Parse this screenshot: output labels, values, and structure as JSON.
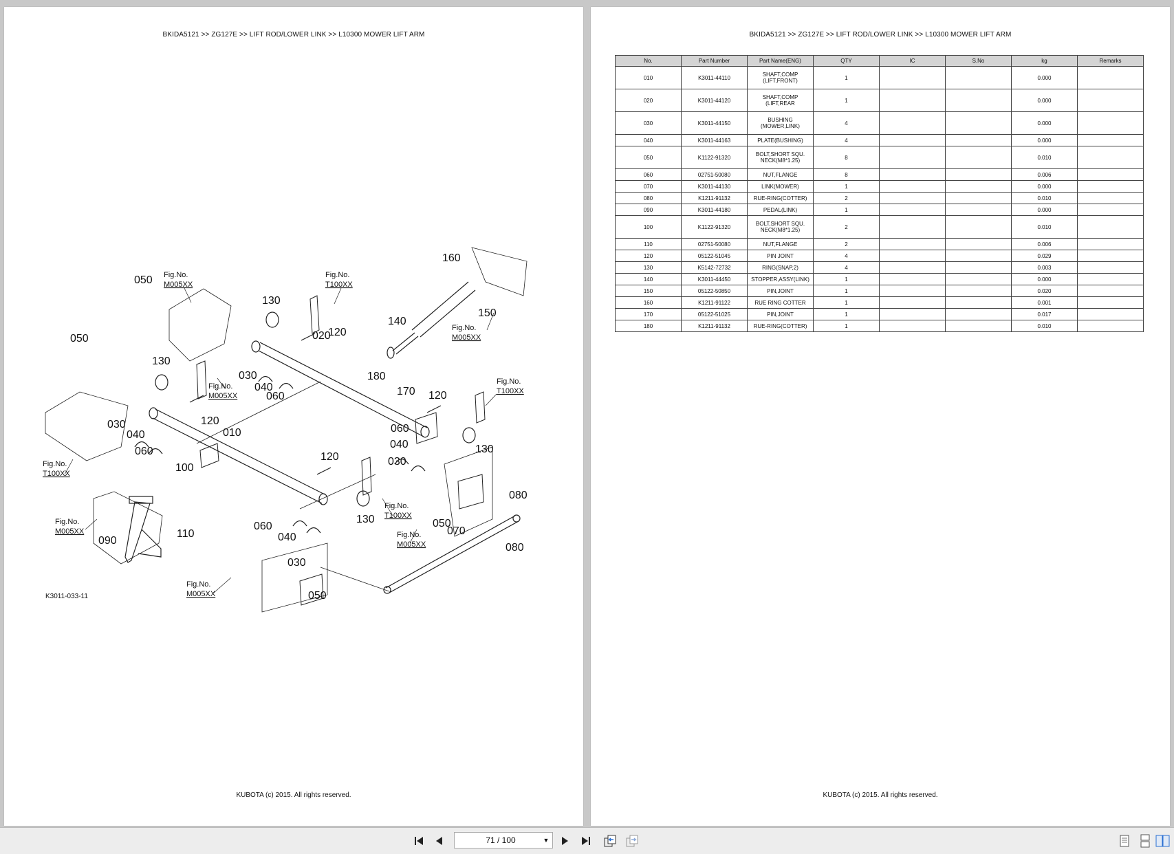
{
  "document": {
    "left_page": {
      "header": "BKIDA5121 >> ZG127E >> LIFT ROD/LOWER LINK >> L10300   MOWER LIFT ARM",
      "footer": "KUBOTA (c) 2015. All rights reserved.",
      "figure_code": "K3011-033-11",
      "callouts": [
        "010",
        "020",
        "030",
        "030",
        "030",
        "030",
        "040",
        "040",
        "040",
        "040",
        "050",
        "050",
        "050",
        "050",
        "060",
        "060",
        "060",
        "060",
        "070",
        "080",
        "080",
        "090",
        "100",
        "110",
        "120",
        "120",
        "120",
        "120",
        "130",
        "130",
        "130",
        "130",
        "140",
        "150",
        "160",
        "170",
        "180"
      ],
      "fig_refs": [
        {
          "label": "Fig.No.",
          "code": "M005XX"
        },
        {
          "label": "Fig.No.",
          "code": "T100XX"
        },
        {
          "label": "Fig.No.",
          "code": "M005XX"
        },
        {
          "label": "Fig.No.",
          "code": "T100XX"
        },
        {
          "label": "Fig.No.",
          "code": "T100XX"
        },
        {
          "label": "Fig.No.",
          "code": "M005XX"
        },
        {
          "label": "Fig.No.",
          "code": "M005XX"
        },
        {
          "label": "Fig.No.",
          "code": "T100XX"
        },
        {
          "label": "Fig.No.",
          "code": "M005XX"
        },
        {
          "label": "Fig.No.",
          "code": "M005XX"
        }
      ]
    },
    "right_page": {
      "header": "BKIDA5121 >> ZG127E >> LIFT ROD/LOWER LINK >> L10300   MOWER LIFT ARM",
      "footer": "KUBOTA (c) 2015. All rights reserved.",
      "table": {
        "columns": [
          "No.",
          "Part Number",
          "Part Name(ENG)",
          "QTY",
          "IC",
          "S.No",
          "kg",
          "Remarks"
        ],
        "rows": [
          {
            "no": "010",
            "part_number": "K3011-44110",
            "name_line1": "SHAFT,COMP",
            "name_line2": "(LIFT,FRONT)",
            "qty": "1",
            "ic": "",
            "sno": "",
            "kg": "0.000",
            "remarks": ""
          },
          {
            "no": "020",
            "part_number": "K3011-44120",
            "name_line1": "SHAFT,COMP",
            "name_line2": "(LIFT,REAR",
            "qty": "1",
            "ic": "",
            "sno": "",
            "kg": "0.000",
            "remarks": ""
          },
          {
            "no": "030",
            "part_number": "K3011-44150",
            "name_line1": "BUSHING",
            "name_line2": "(MOWER,LINK)",
            "qty": "4",
            "ic": "",
            "sno": "",
            "kg": "0.000",
            "remarks": ""
          },
          {
            "no": "040",
            "part_number": "K3011-44163",
            "name_line1": "PLATE(BUSHING)",
            "name_line2": "",
            "qty": "4",
            "ic": "",
            "sno": "",
            "kg": "0.000",
            "remarks": ""
          },
          {
            "no": "050",
            "part_number": "K1122-91320",
            "name_line1": "BOLT,SHORT SQU.",
            "name_line2": "NECK(M8*1.25)",
            "qty": "8",
            "ic": "",
            "sno": "",
            "kg": "0.010",
            "remarks": ""
          },
          {
            "no": "060",
            "part_number": "02751-50080",
            "name_line1": "NUT,FLANGE",
            "name_line2": "",
            "qty": "8",
            "ic": "",
            "sno": "",
            "kg": "0.006",
            "remarks": ""
          },
          {
            "no": "070",
            "part_number": "K3011-44130",
            "name_line1": "LINK(MOWER)",
            "name_line2": "",
            "qty": "1",
            "ic": "",
            "sno": "",
            "kg": "0.000",
            "remarks": ""
          },
          {
            "no": "080",
            "part_number": "K1211-91132",
            "name_line1": "RUE-RING(COTTER)",
            "name_line2": "",
            "qty": "2",
            "ic": "",
            "sno": "",
            "kg": "0.010",
            "remarks": ""
          },
          {
            "no": "090",
            "part_number": "K3011-44180",
            "name_line1": "PEDAL(LINK)",
            "name_line2": "",
            "qty": "1",
            "ic": "",
            "sno": "",
            "kg": "0.000",
            "remarks": ""
          },
          {
            "no": "100",
            "part_number": "K1122-91320",
            "name_line1": "BOLT,SHORT SQU.",
            "name_line2": "NECK(M8*1.25)",
            "qty": "2",
            "ic": "",
            "sno": "",
            "kg": "0.010",
            "remarks": ""
          },
          {
            "no": "110",
            "part_number": "02751-50080",
            "name_line1": "NUT,FLANGE",
            "name_line2": "",
            "qty": "2",
            "ic": "",
            "sno": "",
            "kg": "0.006",
            "remarks": ""
          },
          {
            "no": "120",
            "part_number": "05122-51045",
            "name_line1": "PIN JOINT",
            "name_line2": "",
            "qty": "4",
            "ic": "",
            "sno": "",
            "kg": "0.029",
            "remarks": ""
          },
          {
            "no": "130",
            "part_number": "K5142-72732",
            "name_line1": "RING(SNAP,2)",
            "name_line2": "",
            "qty": "4",
            "ic": "",
            "sno": "",
            "kg": "0.003",
            "remarks": ""
          },
          {
            "no": "140",
            "part_number": "K3011-44450",
            "name_line1": "STOPPER,ASSY(LINK)",
            "name_line2": "",
            "qty": "1",
            "ic": "",
            "sno": "",
            "kg": "0.000",
            "remarks": ""
          },
          {
            "no": "150",
            "part_number": "05122-50850",
            "name_line1": "PIN,JOINT",
            "name_line2": "",
            "qty": "1",
            "ic": "",
            "sno": "",
            "kg": "0.020",
            "remarks": ""
          },
          {
            "no": "160",
            "part_number": "K1211-91122",
            "name_line1": "RUE RING COTTER",
            "name_line2": "",
            "qty": "1",
            "ic": "",
            "sno": "",
            "kg": "0.001",
            "remarks": ""
          },
          {
            "no": "170",
            "part_number": "05122-51025",
            "name_line1": "PIN,JOINT",
            "name_line2": "",
            "qty": "1",
            "ic": "",
            "sno": "",
            "kg": "0.017",
            "remarks": ""
          },
          {
            "no": "180",
            "part_number": "K1211-91132",
            "name_line1": "RUE-RING(COTTER)",
            "name_line2": "",
            "qty": "1",
            "ic": "",
            "sno": "",
            "kg": "0.010",
            "remarks": ""
          }
        ]
      }
    }
  },
  "toolbar": {
    "page_indicator": "71 / 100",
    "icons": [
      "first-page-icon",
      "prev-page-icon",
      "next-page-icon",
      "last-page-icon",
      "go-back-icon",
      "go-forward-icon",
      "single-page-view-icon",
      "continuous-view-icon",
      "two-page-view-icon"
    ]
  }
}
